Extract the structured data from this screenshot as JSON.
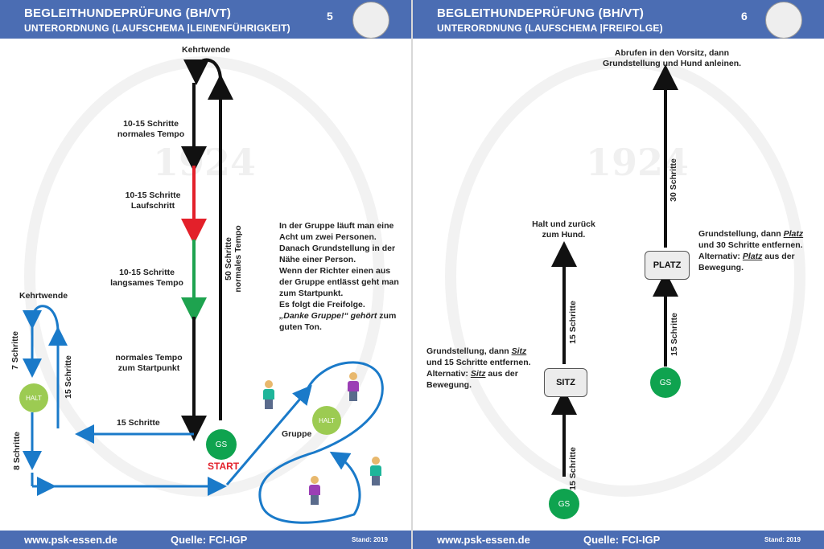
{
  "left": {
    "title": "BEGLEITHUNDEPRÜFUNG (BH/VT)",
    "subtitle": "UNTERORDNUNG  (LAUFSCHEMA  |LEINENFÜHRIGKEIT)",
    "page_number": "5",
    "labels": {
      "kehrtwende_top": "Kehrtwende",
      "kehrtwende_left": "Kehrtwende",
      "normal_tempo": "10-15 Schritte\nnormales Tempo",
      "laufschritt": "10-15 Schritte\nLaufschritt",
      "langsam": "10-15 Schritte\nlangsames Tempo",
      "startpunkt": "normales Tempo\nzum Startpunkt",
      "fuenfzig": "50 Schritte\nnormales Tempo",
      "sieben": "7 Schritte",
      "fuenfzehn_v": "15 Schritte",
      "fuenfzehn_h": "15 Schritte",
      "acht": "8 Schritte",
      "gruppe": "Gruppe",
      "start": "START"
    },
    "nodes": {
      "gs": "GS",
      "halt_left": "HALT",
      "halt_group": "HALT"
    },
    "paragraph": [
      "In der Gruppe läuft man eine",
      "Acht um zwei Personen.",
      "Danach Grundstellung in der",
      "Nähe einer Person.",
      "Wenn der Richter einen aus",
      "der Gruppe entlässt geht man",
      "zum Startpunkt.",
      "Es folgt die Freifolge."
    ],
    "paragraph_italic": "„Danke Gruppe!“ gehört",
    "paragraph_tail": " zum",
    "paragraph_last": "guten Ton.",
    "footer": {
      "url": "www.psk-essen.de",
      "source": "Quelle: FCI-IGP",
      "date": "Stand: 2019"
    }
  },
  "right": {
    "title": "BEGLEITHUNDEPRÜFUNG (BH/VT)",
    "subtitle": "UNTERORDNUNG (LAUFSCHEMA  |FREIFOLGE)",
    "page_number": "6",
    "labels": {
      "abrufen": "Abrufen in den Vorsitz, dann\nGrundstellung und Hund anleinen.",
      "halt_zurueck": "Halt und zurück\nzum Hund.",
      "dreissig": "30 Schritte",
      "fuenfzehn_a": "15 Schritte",
      "fuenfzehn_b": "15 Schritte",
      "fuenfzehn_c": "15 Schritte"
    },
    "sitz_text": {
      "a": "Grundstellung, dann ",
      "a_u": "Sitz",
      "b": "und 15 Schritte entfernen.",
      "c": "Alternativ: ",
      "c_u": "Sitz",
      "c_tail": " aus der",
      "d": "Bewegung."
    },
    "platz_text": {
      "a": "Grundstellung, dann ",
      "a_u": "Platz",
      "b": "und 30 Schritte entfernen.",
      "c": "Alternativ: ",
      "c_u": "Platz",
      "c_tail": " aus der",
      "d": "Bewegung."
    },
    "boxes": {
      "sitz": "SITZ",
      "platz": "PLATZ"
    },
    "nodes": {
      "gs_bottom": "GS",
      "gs_right": "GS"
    },
    "footer": {
      "url": "www.psk-essen.de",
      "source": "Quelle: FCI-IGP",
      "date": "Stand: 2019"
    }
  },
  "colors": {
    "header": "#4b6db3",
    "arrow_blue": "#1a7ac9",
    "red": "#e3202a",
    "green": "#1ea34f",
    "node_green": "#0fa34f",
    "halt_green": "#9ccb52"
  }
}
